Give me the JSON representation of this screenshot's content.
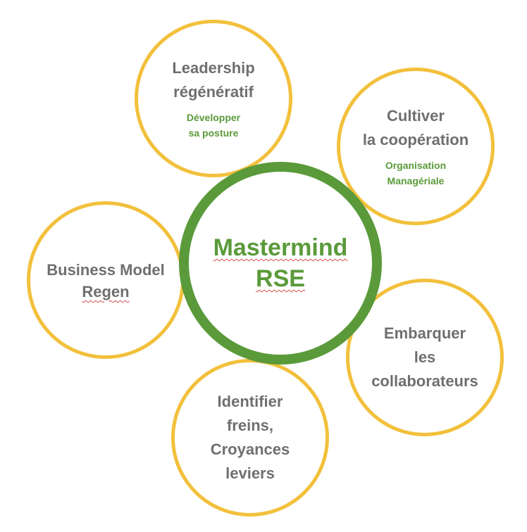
{
  "center": {
    "line1": "Mastermind",
    "line2": "RSE"
  },
  "nodes": {
    "leadership": {
      "line1": "Leadership",
      "line2": "régénératif",
      "sub1": "Développer",
      "sub2": "sa posture"
    },
    "cooperation": {
      "line1": "Cultiver",
      "line2": "la coopération",
      "sub1": "Organisation",
      "sub2": "Managériale"
    },
    "business": {
      "line1": "Business Model",
      "line2": "Regen"
    },
    "embarquer": {
      "line1": "Embarquer",
      "line2": "les",
      "line3": "collaborateurs"
    },
    "identifier": {
      "line1": "Identifier",
      "line2": "freins,",
      "line3": "Croyances",
      "line4": "leviers"
    }
  },
  "colors": {
    "center_ring": "#5a9a3a",
    "outer_ring": "#f2c03c",
    "main_text": "#6f6f6f",
    "accent_text": "#5a9a3a",
    "spellcheck": "#d84a4a"
  }
}
